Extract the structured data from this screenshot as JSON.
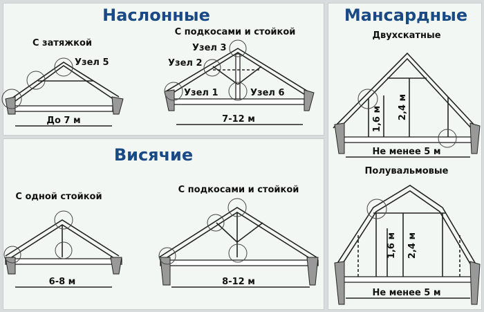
{
  "sections": {
    "layered": {
      "title": "Наслонные",
      "with_tie": {
        "caption": "С затяжкой",
        "node": "Узел 5",
        "span": "До 7 м"
      },
      "with_struts": {
        "caption": "С подкосами и стойкой",
        "nodes": [
          "Узел 1",
          "Узел 2",
          "Узел 3",
          "Узел 6"
        ],
        "span": "7-12 м"
      }
    },
    "hanging": {
      "title": "Висячие",
      "one_post": {
        "caption": "С одной стойкой",
        "span": "6-8 м"
      },
      "struts_post": {
        "caption": "С подкосами и стойкой",
        "span": "8-12 м"
      }
    },
    "mansard": {
      "title": "Мансардные",
      "gable": {
        "caption": "Двухскатные",
        "h1": "1,6 м",
        "h2": "2,4 м",
        "span": "Не менее 5 м"
      },
      "half_hip": {
        "caption": "Полувальмовые",
        "h1": "1,6 м",
        "h2": "2,4 м",
        "span": "Не менее 5 м"
      }
    }
  }
}
